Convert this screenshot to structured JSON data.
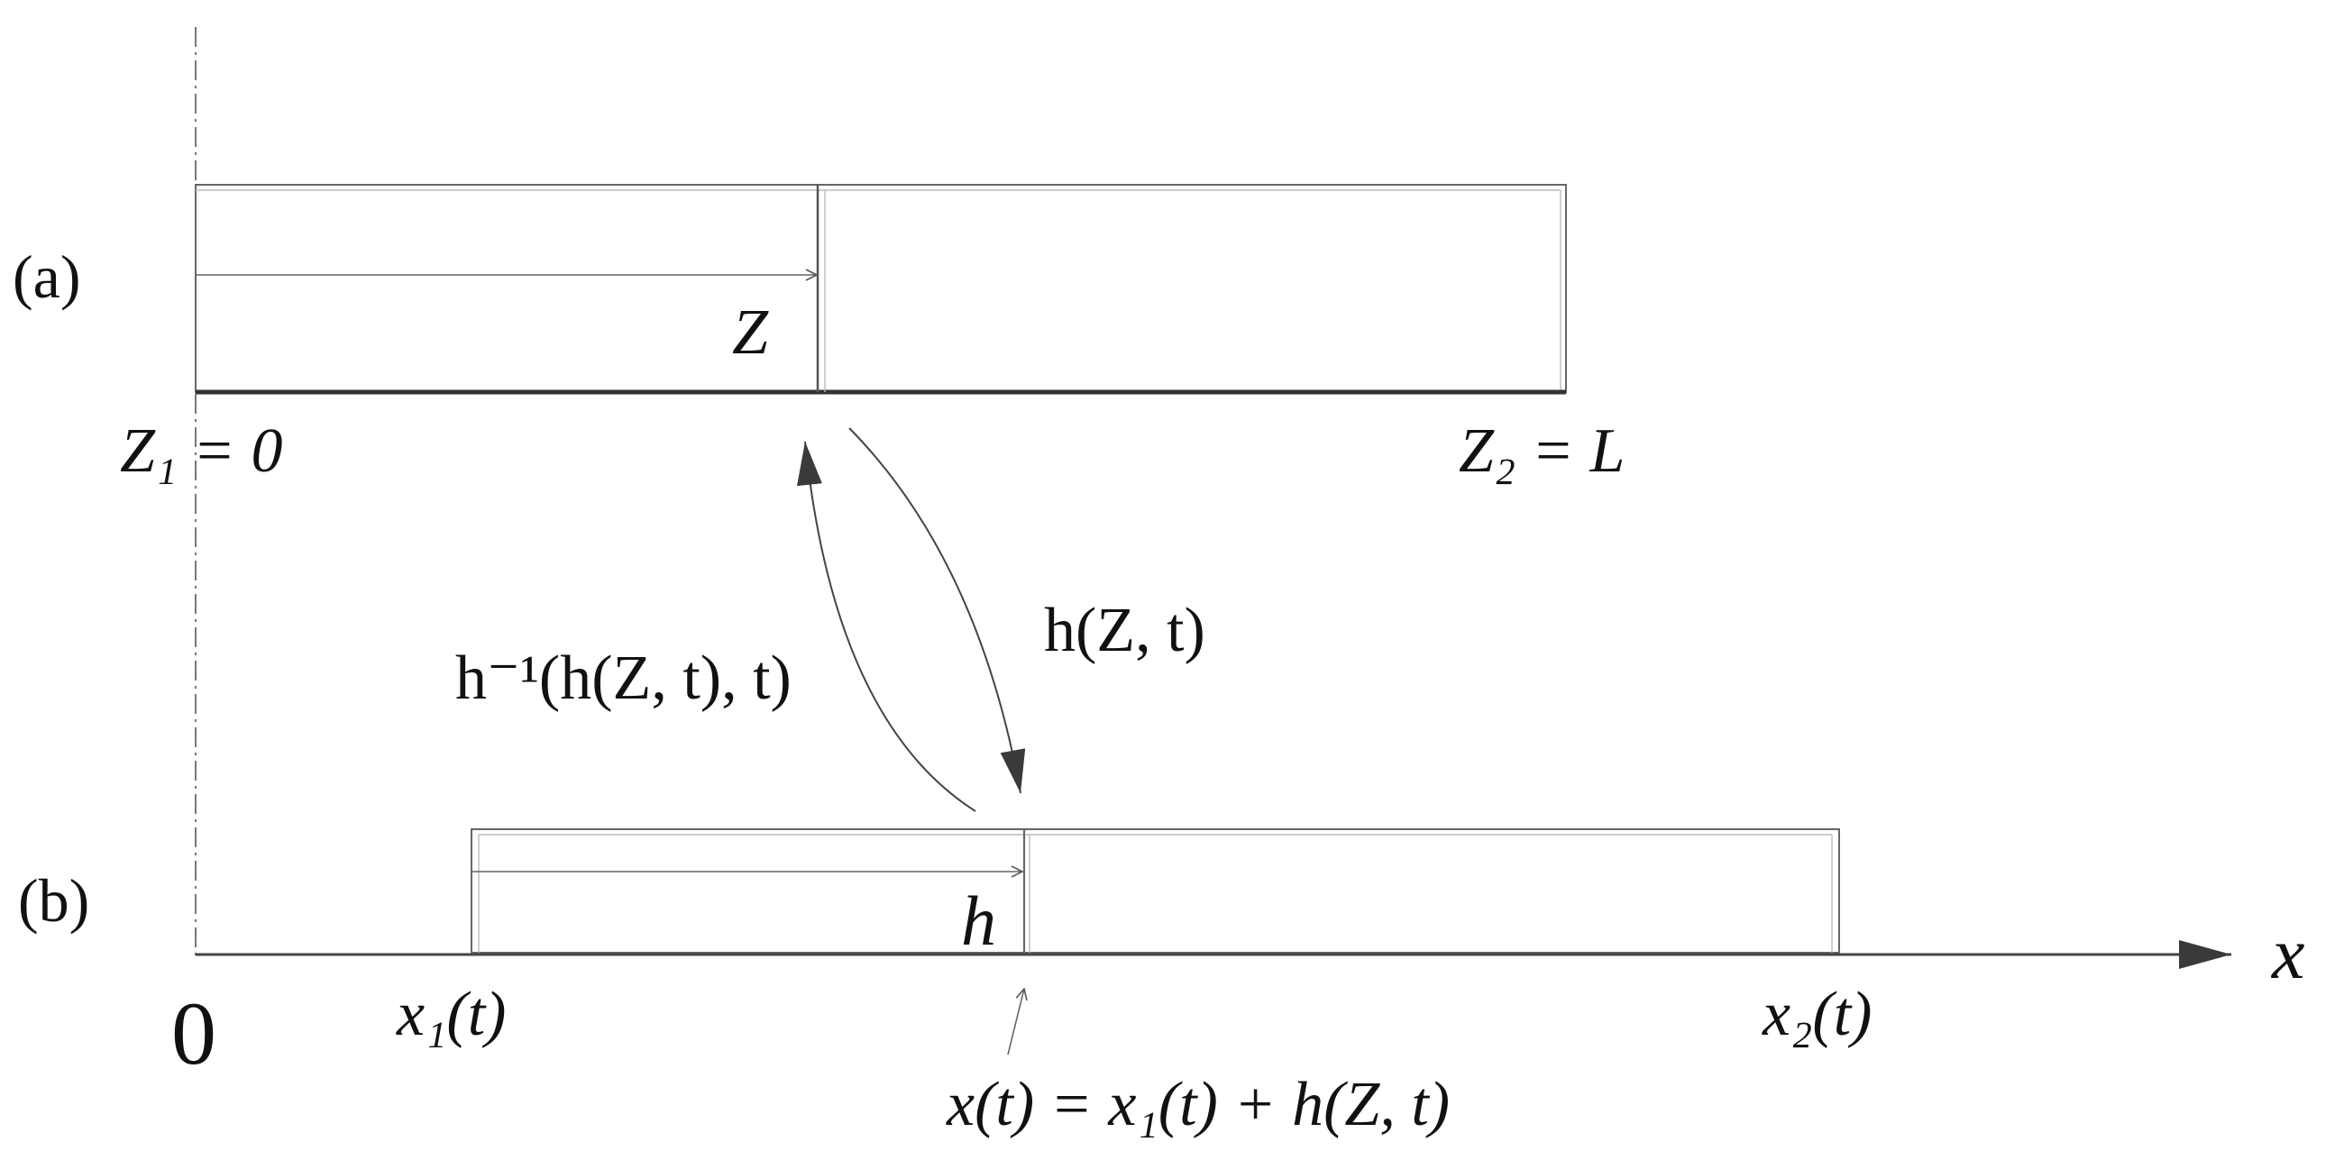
{
  "panel_a": {
    "label": "(a)",
    "vector_label": "Z",
    "left_end_label": "Z₁ = 0",
    "right_end_label": "Z₂ = L"
  },
  "panel_b": {
    "label": "(b)",
    "vector_label": "h",
    "origin_label": "0",
    "axis_label": "x",
    "left_end_label": "x₁(t)",
    "right_end_label": "x₂(t)",
    "position_label": "x(t) = x₁(t) + h(Z, t)"
  },
  "mappings": {
    "forward": "h(Z, t)",
    "inverse": "h⁻¹(h(Z, t), t)"
  },
  "colors": {
    "line": "#333333",
    "thin": "#666666",
    "text": "#111111"
  }
}
